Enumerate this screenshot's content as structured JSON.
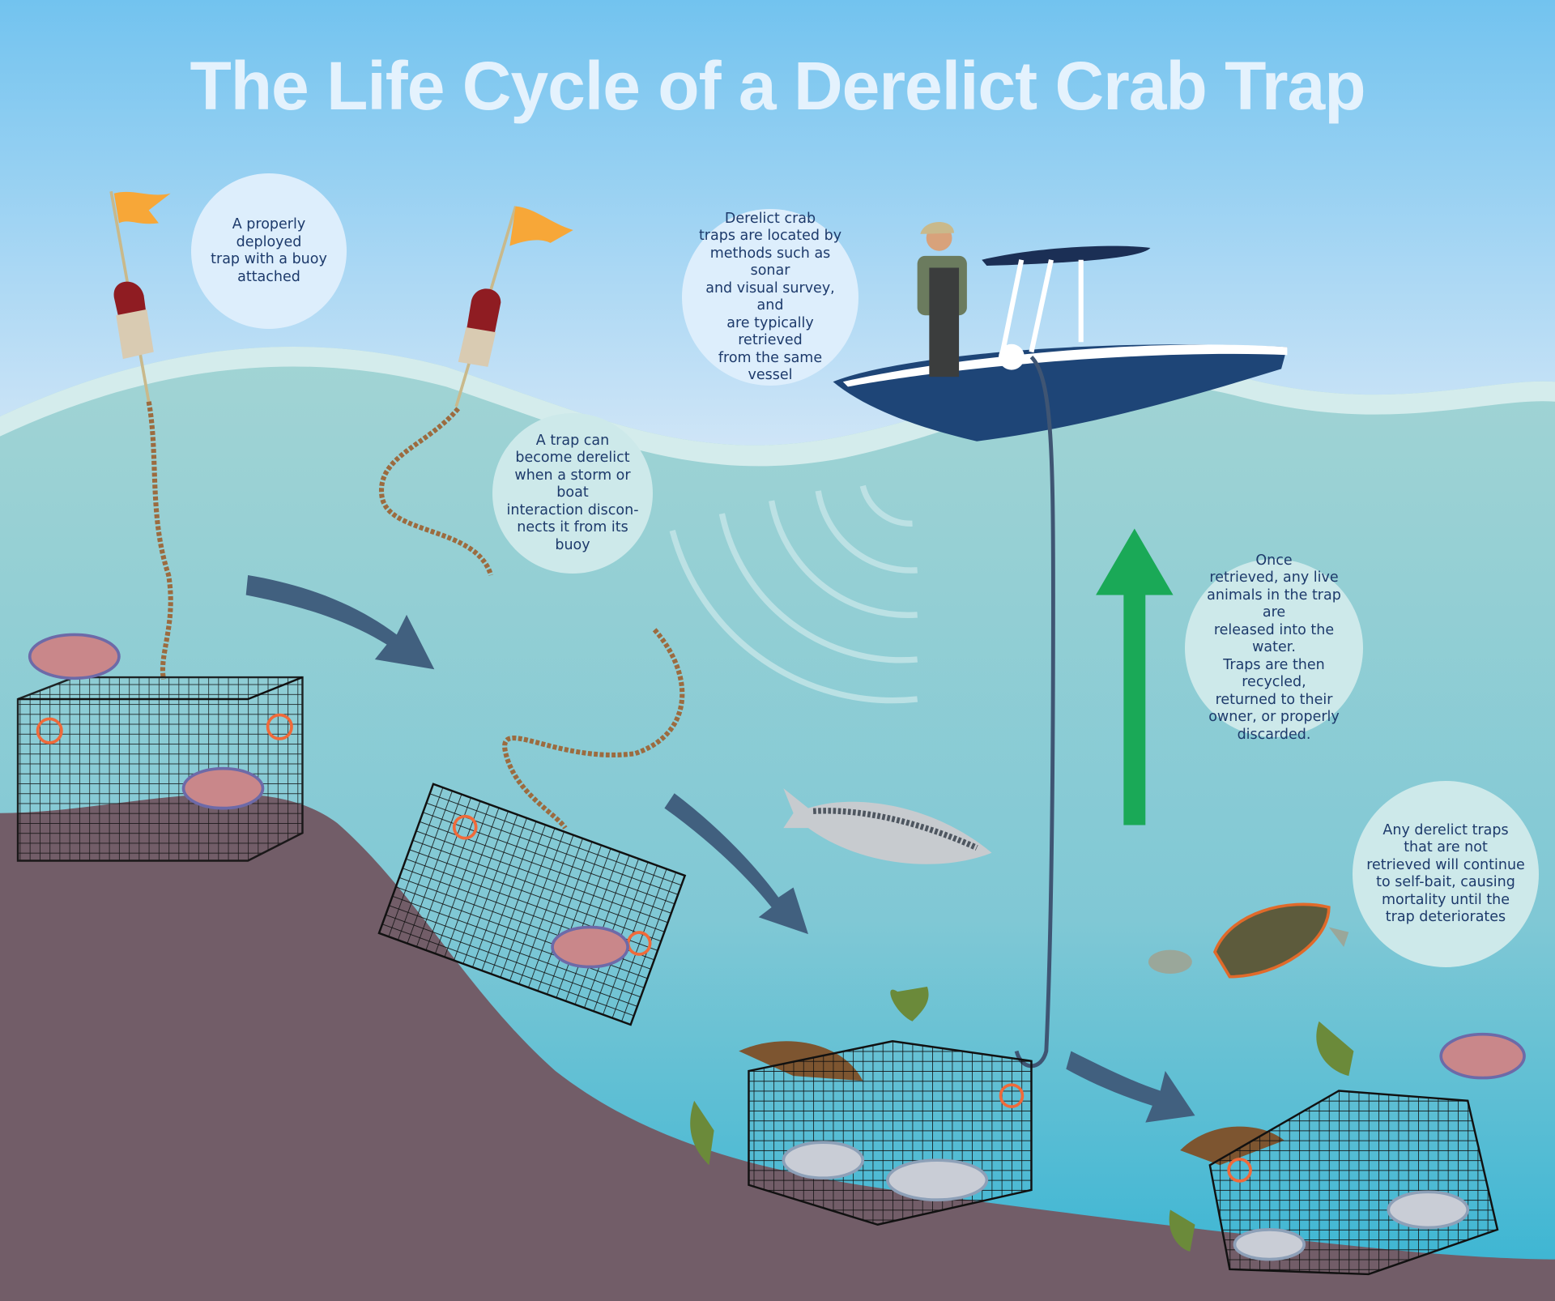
{
  "title": "The Life Cycle of a Derelict Crab Trap",
  "captions": {
    "deployed": "A properly deployed\ntrap with a buoy\nattached",
    "located": "Derelict crab\ntraps are located by\nmethods such as sonar\nand visual survey, and\nare typically retrieved\nfrom the same\nvessel",
    "derelict": "A trap can\nbecome derelict\nwhen a storm or boat\ninteraction discon-\nnects it from its\nbuoy",
    "retrieved": "Once\nretrieved, any live\nanimals in the trap are\nreleased into the water.\nTraps are then recycled,\nreturned to their\nowner, or properly\ndiscarded.",
    "not_retrieved": "Any derelict traps\nthat are not\nretrieved will continue\nto self-bait, causing\nmortality until the\ntrap deteriorates"
  },
  "colors": {
    "sky_top": "#74c4ef",
    "water": "#9bd2d3",
    "water_deep": "#3db6d3",
    "seabed": "#725d68",
    "arrow": "#41607f",
    "retrieve_arrow": "#1aa957",
    "boat": "#1e4577",
    "text": "#1d3a6b"
  }
}
